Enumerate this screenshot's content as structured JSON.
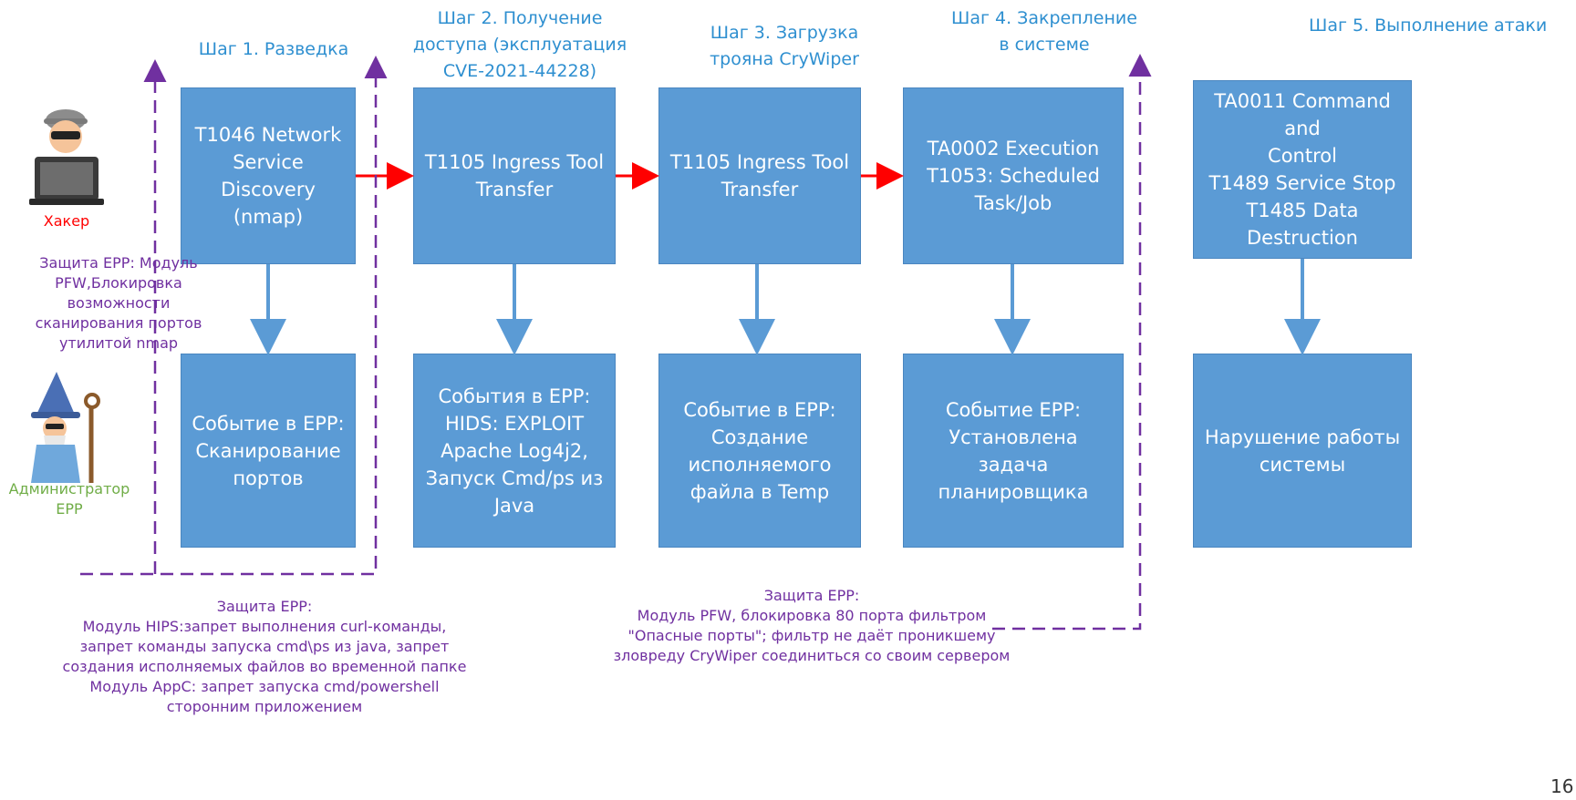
{
  "colors": {
    "box": "#5b9bd5",
    "step_text": "#2e8fd0",
    "flow_arrow": "#ff0000",
    "vertical_arrow": "#5b9bd5",
    "defense_border": "#7030a0",
    "hacker_label": "#ff0000",
    "defense_text": "#7030a0",
    "admin_label": "#70ad47"
  },
  "steps": [
    {
      "title": "Шаг 1. Разведка",
      "technique": "T1046 Network\nService Discovery\n(nmap)",
      "event": "Событие в EPP:\nСканирование\nпортов"
    },
    {
      "title": "Шаг 2. Получение\nдоступа (эксплуатация\nCVE-2021-44228)",
      "technique": "T1105 Ingress Tool\nTransfer",
      "event": "События в EPP:\nHIDS: EXPLOIT\nApache Log4j2,\nЗапуск Cmd/ps из\nJava"
    },
    {
      "title": "Шаг 3. Загрузка\nтрояна CryWiper",
      "technique": "T1105 Ingress Tool\nTransfer",
      "event": "Событие в EPP:\nСоздание\nисполняемого\nфайла в Temp"
    },
    {
      "title": "Шаг 4. Закрепление\nв системе",
      "technique": "TA0002 Execution\nT1053: Scheduled\nTask/Job",
      "event": "Событие EPP:\nУстановлена задача\nпланировщика"
    },
    {
      "title": "Шаг 5. Выполнение атаки",
      "technique": "TA0011 Command and\nControl\nT1489 Service Stop\nT1485 Data\nDestruction",
      "event": "Нарушение работы\nсистемы"
    }
  ],
  "actors": {
    "hacker_label": "Хакер",
    "admin_label": "Администратор\nEPP"
  },
  "defenses": {
    "pfw_scan": "Защита EPP: Модуль\nPFW,Блокировка\nвозможности\nсканирования портов\nутилитой nmap",
    "hips": "Защита EPP:\nМодуль HIPS:запрет выполнения curl-команды,\nзапрет команды запуска cmd\\ps из java, запрет\nсоздания исполняемых файлов во временной папке\nМодуль AppC: запрет запуска cmd/powershell\nсторонним приложением",
    "pfw_port": "Защита EPP:\nМодуль PFW, блокировка 80 порта фильтром\n\"Опасные порты\"; фильтр не даёт проникшему\nзловреду CryWiper соединиться со своим сервером"
  },
  "page_number": "16"
}
